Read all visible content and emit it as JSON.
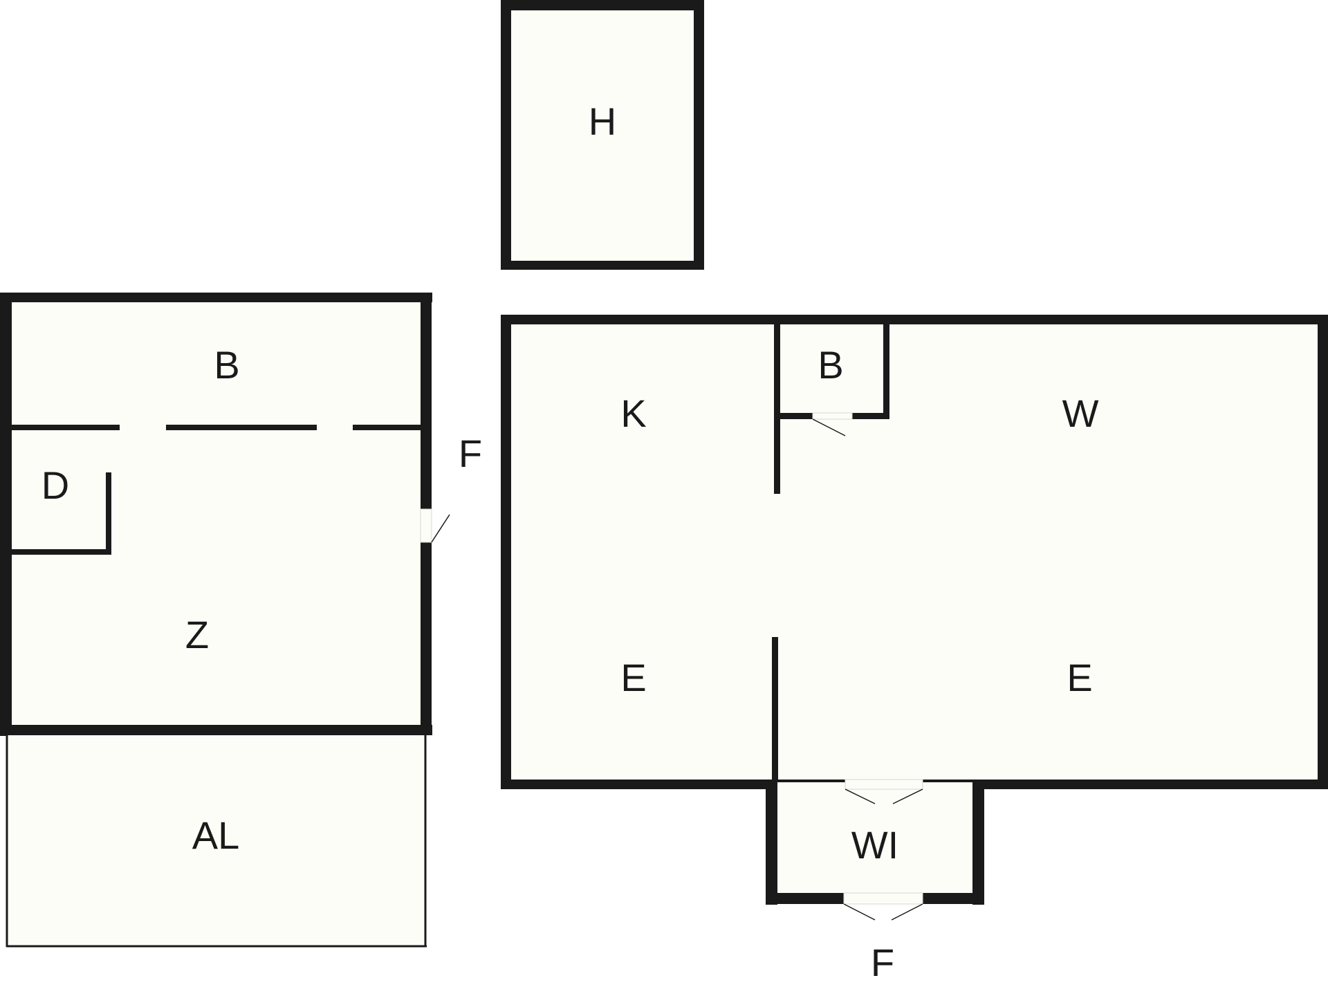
{
  "labels": {
    "h": "H",
    "b_left": "B",
    "d": "D",
    "z": "Z",
    "al": "AL",
    "f_side": "F",
    "k": "K",
    "b_right": "B",
    "w": "W",
    "e_left": "E",
    "e_right": "E",
    "wi": "WI",
    "f_bottom": "F"
  }
}
